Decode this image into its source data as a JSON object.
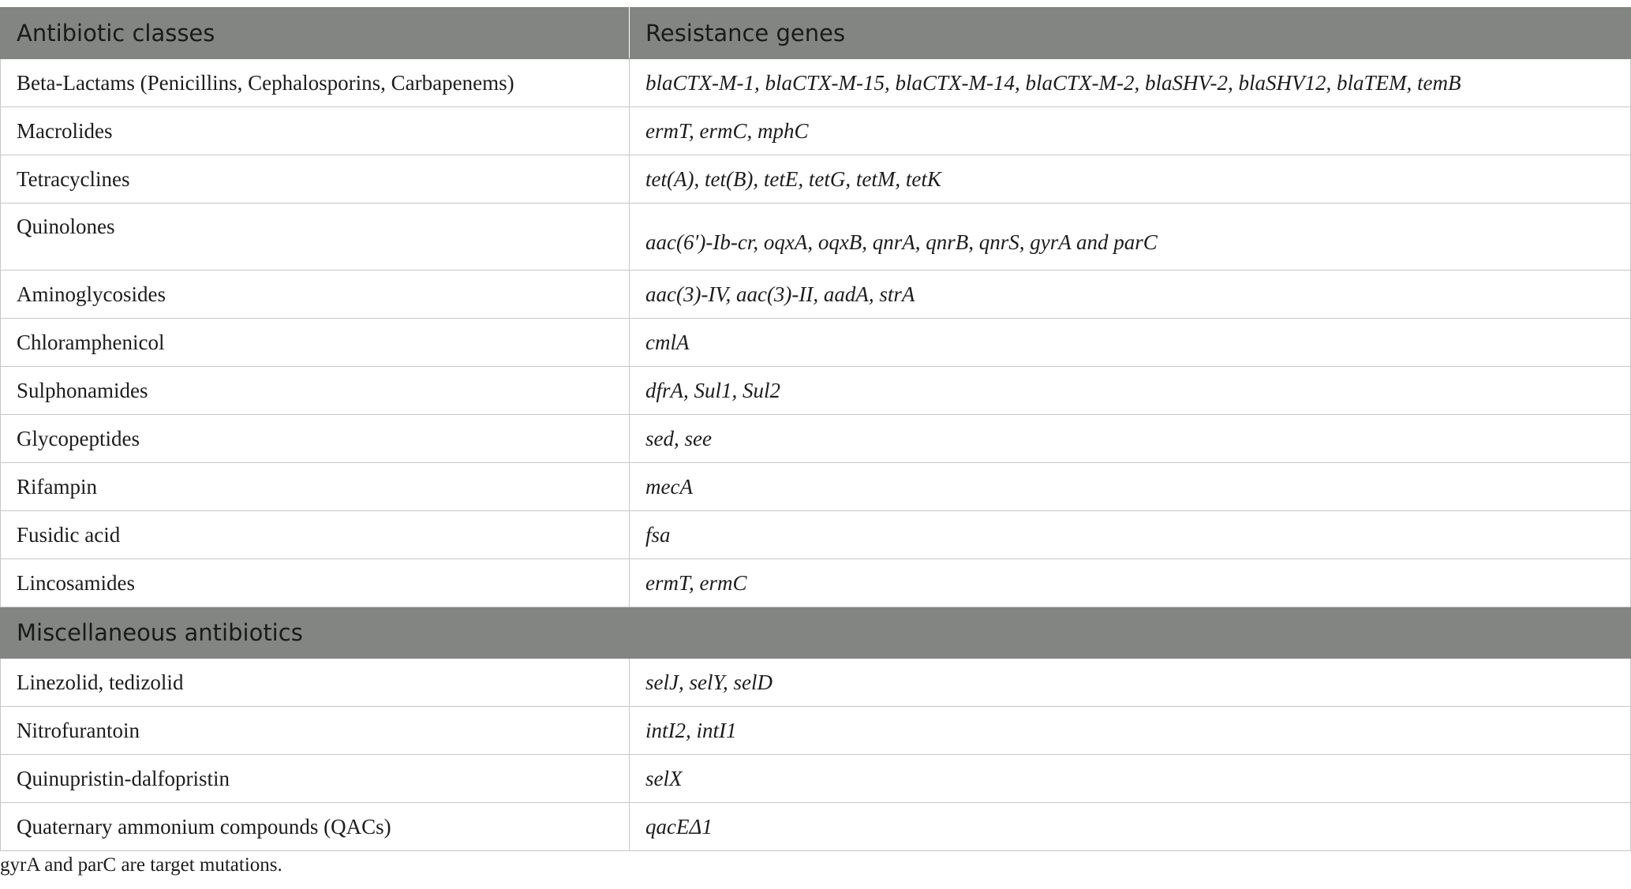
{
  "table": {
    "headers": {
      "class": "Antibiotic classes",
      "genes": "Resistance genes"
    },
    "rows": [
      {
        "class": "Beta-Lactams (Penicillins, Cephalosporins, Carbapenems)",
        "genes": "blaCTX-M-1, blaCTX-M-15, blaCTX-M-14, blaCTX-M-2, blaSHV-2, blaSHV12, blaTEM, temB"
      },
      {
        "class": "Macrolides",
        "genes": "ermT, ermC, mphC"
      },
      {
        "class": "Tetracyclines",
        "genes": "tet(A), tet(B), tetE, tetG, tetM, tetK"
      },
      {
        "class": "Quinolones",
        "genes": "aac(6′)-Ib-cr, oqxA, oqxB, qnrA, qnrB, qnrS, gyrA and parC"
      },
      {
        "class": "Aminoglycosides",
        "genes": "aac(3)-IV, aac(3)-II, aadA, strA"
      },
      {
        "class": "Chloramphenicol",
        "genes": "cmlA"
      },
      {
        "class": "Sulphonamides",
        "genes": "dfrA, Sul1, Sul2"
      },
      {
        "class": "Glycopeptides",
        "genes": "sed, see"
      },
      {
        "class": "Rifampin",
        "genes": "mecA"
      },
      {
        "class": "Fusidic acid",
        "genes": "fsa"
      },
      {
        "class": "Lincosamides",
        "genes": "ermT, ermC"
      }
    ],
    "section": {
      "title": "Miscellaneous antibiotics",
      "rows": [
        {
          "class": "Linezolid, tedizolid",
          "genes": "selJ, selY, selD"
        },
        {
          "class": "Nitrofurantoin",
          "genes": "intI2, intI1"
        },
        {
          "class": "Quinupristin-dalfopristin",
          "genes": "selX"
        },
        {
          "class": "Quaternary ammonium compounds (QACs)",
          "genes": "qacEΔ1"
        }
      ]
    }
  },
  "footnote": "gyrA and parC are target mutations."
}
